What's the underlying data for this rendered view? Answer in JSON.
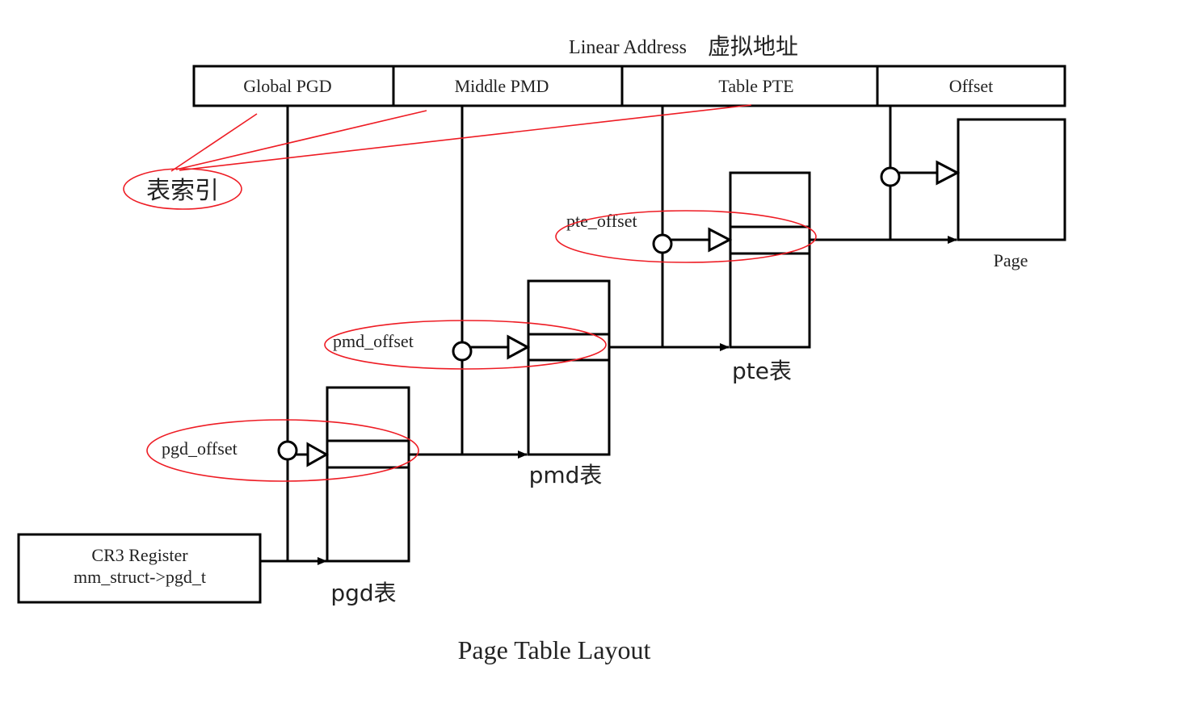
{
  "header": {
    "linear_address_label": "Linear Address",
    "linear_address_cn": "虚拟地址"
  },
  "address_fields": [
    {
      "label": "Global PGD"
    },
    {
      "label": "Middle PMD"
    },
    {
      "label": "Table PTE"
    },
    {
      "label": "Offset"
    }
  ],
  "annotations": {
    "table_index": "表索引",
    "pgd_offset": "pgd_offset",
    "pmd_offset": "pmd_offset",
    "pte_offset": "pte_offset"
  },
  "tables": {
    "pgd": "pgd表",
    "pmd": "pmd表",
    "pte": "pte表",
    "page": "Page"
  },
  "cr3": {
    "line1": "CR3 Register",
    "line2": "mm_struct->pgd_t"
  },
  "caption": "Page Table Layout",
  "colors": {
    "line": "#000000",
    "annotation": "#ee1c24"
  }
}
